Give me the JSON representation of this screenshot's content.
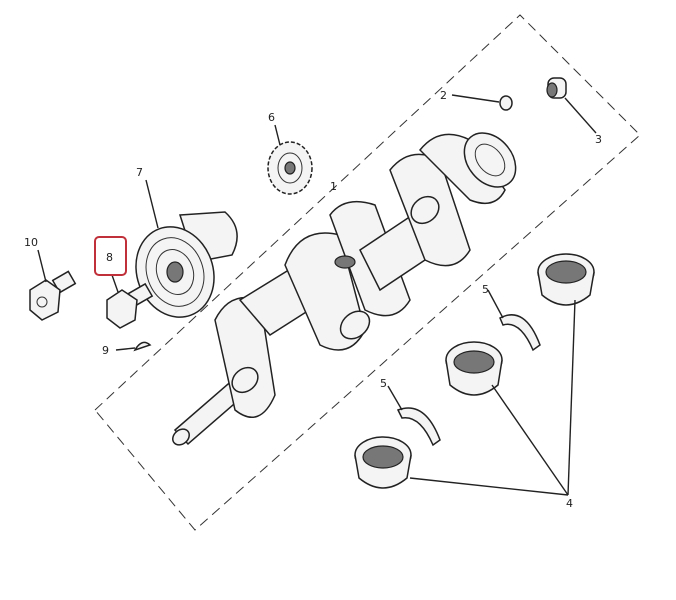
{
  "diagram": {
    "title": "Crankshaft exploded parts diagram",
    "highlight_color": "#c0303a",
    "callouts": [
      {
        "id": "c1",
        "label": "1"
      },
      {
        "id": "c2",
        "label": "2"
      },
      {
        "id": "c3",
        "label": "3"
      },
      {
        "id": "c4",
        "label": "4"
      },
      {
        "id": "c5a",
        "label": "5"
      },
      {
        "id": "c5b",
        "label": "5"
      },
      {
        "id": "c6",
        "label": "6"
      },
      {
        "id": "c7",
        "label": "7"
      },
      {
        "id": "c8",
        "label": "8",
        "highlighted": true
      },
      {
        "id": "c9",
        "label": "9"
      },
      {
        "id": "c10",
        "label": "10"
      }
    ]
  }
}
